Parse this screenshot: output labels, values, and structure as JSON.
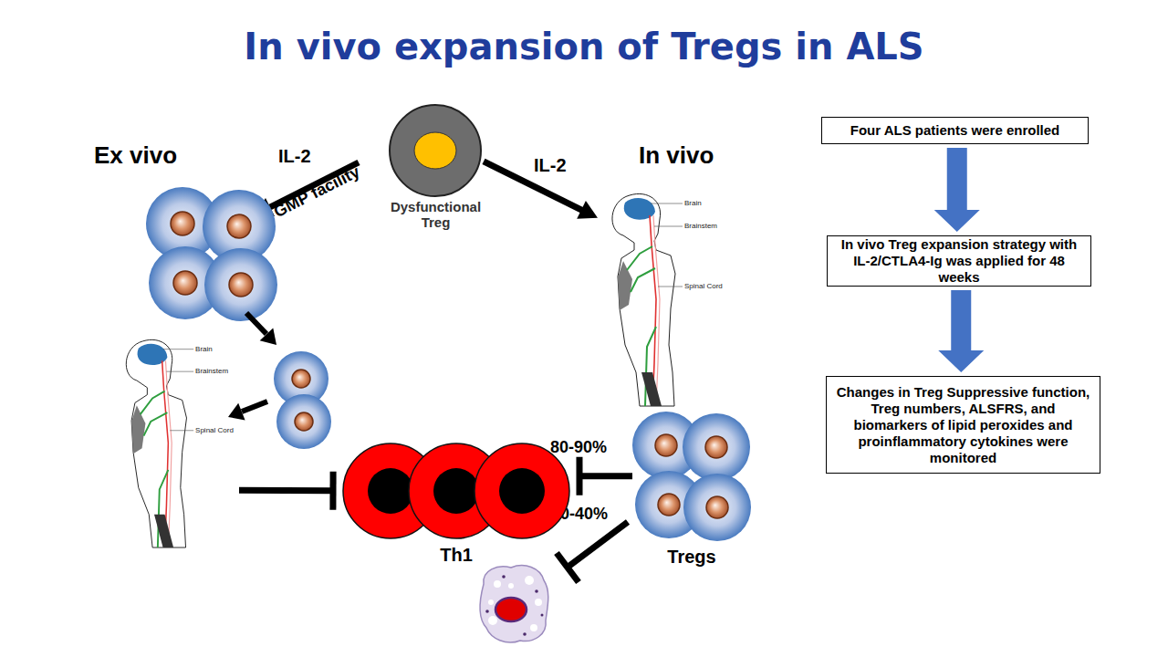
{
  "diagram": {
    "title": "In vivo expansion of Tregs in ALS",
    "nodes": [
      {
        "text": [
          "Dysfunctional Treg"
        ]
      },
      {
        "text": [
          "Brain",
          "Brainstem",
          "Spinal Cord"
        ]
      },
      {
        "text": [
          "Brain",
          "Brainstem",
          "Spinal Cord"
        ]
      },
      {
        "text": [
          "Th1"
        ]
      },
      {
        "text": [
          "Tregs"
        ]
      },
      {
        "text": [
          "Four ALS patients were enrolled"
        ]
      },
      {
        "text": [
          "In vivo Treg expansion strategy with IL-2/CTLA4-Ig was applied for 48 weeks"
        ]
      },
      {
        "text": [
          "Changes in Treg Suppressive function, Treg numbers, ALSFRS, and biomarkers of lipid peroxides and proinflammatory cytokines were monitored"
        ]
      }
    ],
    "edges": [
      {
        "from": 0,
        "to": 1,
        "label": "IL-2",
        "arrow": "to"
      },
      {
        "from": 2,
        "to": 3,
        "arrow": "to"
      },
      {
        "from": 4,
        "to": 3,
        "label": "80-90%",
        "arrow": "to"
      },
      {
        "from": 5,
        "to": 6,
        "arrow": "to"
      },
      {
        "from": 6,
        "to": 7,
        "arrow": "to"
      }
    ],
    "labels": [
      "Ex vivo",
      "IL-2",
      "In vivo",
      "GMP facility",
      "30-40%"
    ]
  }
}
